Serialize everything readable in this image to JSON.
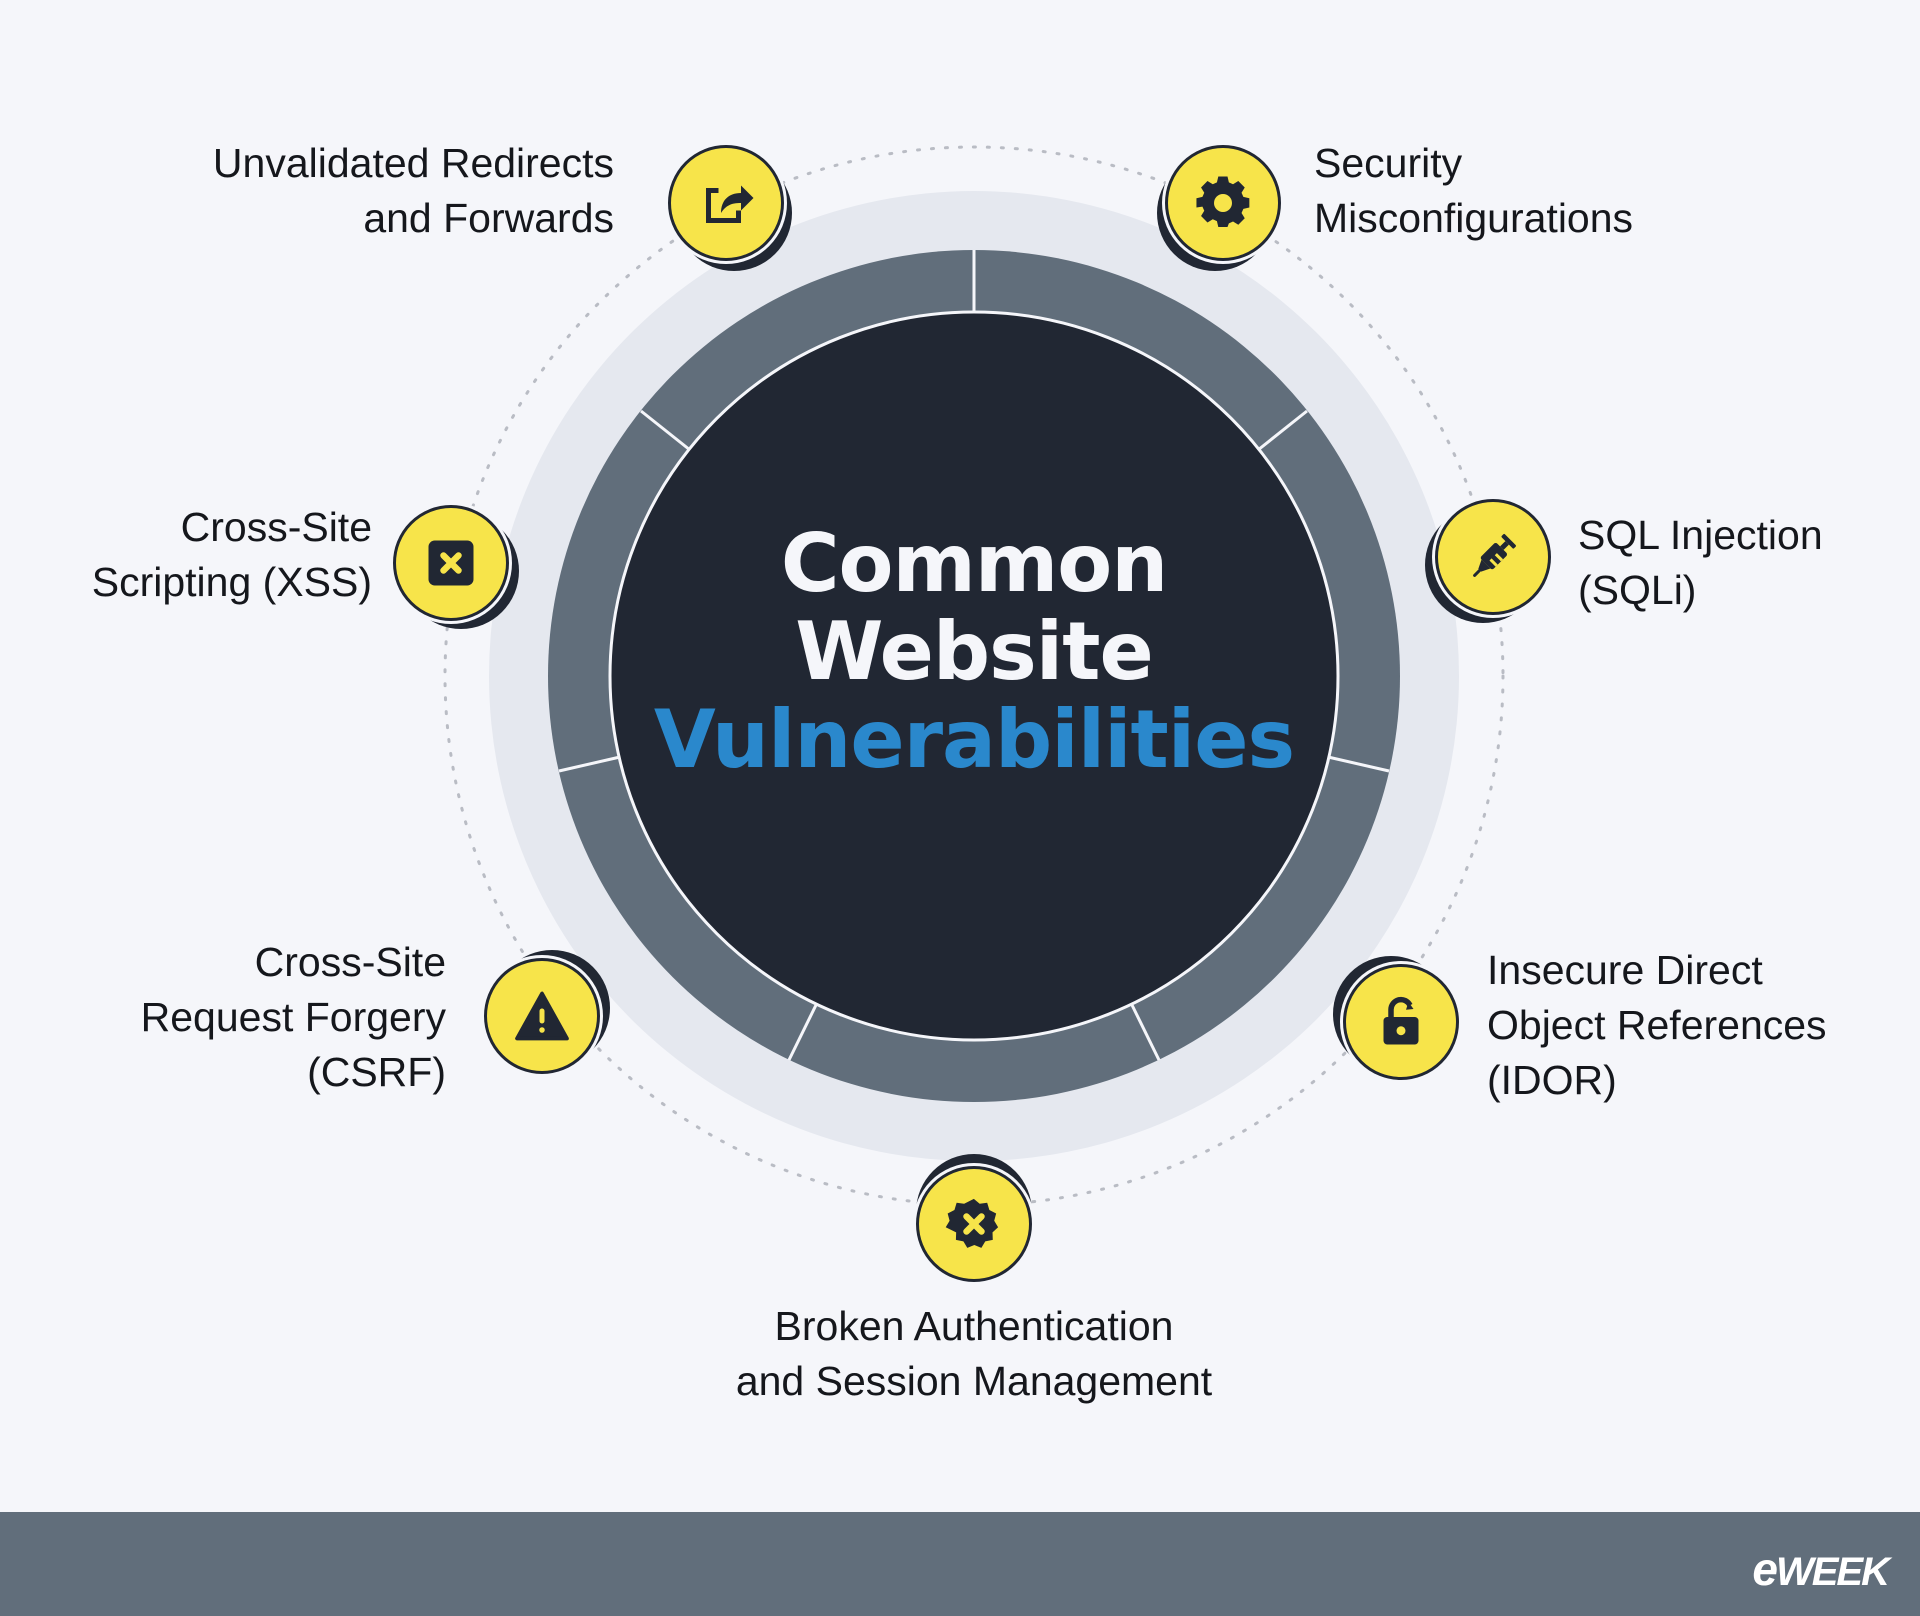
{
  "title": {
    "line1": "Common",
    "line2": "Website",
    "line3": "Vulnerabilities"
  },
  "colors": {
    "background": "#f5f6fa",
    "halo": "#e5e8ef",
    "ring": "#616e7b",
    "core": "#212733",
    "accent_blue": "#2a88cc",
    "node_yellow": "#f7e44a",
    "footer": "#616e7b"
  },
  "nodes": [
    {
      "id": "redirects",
      "icon": "share-external-icon",
      "lines": [
        "Unvalidated Redirects",
        "and Forwards"
      ]
    },
    {
      "id": "misconfig",
      "icon": "gear-icon",
      "lines": [
        "Security",
        "Misconfigurations"
      ]
    },
    {
      "id": "sqli",
      "icon": "syringe-icon",
      "lines": [
        "SQL Injection",
        "(SQLi)"
      ]
    },
    {
      "id": "idor",
      "icon": "unlocked-padlock-icon",
      "lines": [
        "Insecure Direct",
        "Object References",
        "(IDOR)"
      ]
    },
    {
      "id": "broken-auth",
      "icon": "badge-x-icon",
      "lines": [
        "Broken Authentication",
        "and Session Management"
      ]
    },
    {
      "id": "csrf",
      "icon": "warning-triangle-icon",
      "lines": [
        "Cross-Site",
        "Request Forgery",
        "(CSRF)"
      ]
    },
    {
      "id": "xss",
      "icon": "square-x-icon",
      "lines": [
        "Cross-Site",
        "Scripting (XSS)"
      ]
    }
  ],
  "footer": {
    "logo_e": "e",
    "logo_rest": "WEEK"
  }
}
